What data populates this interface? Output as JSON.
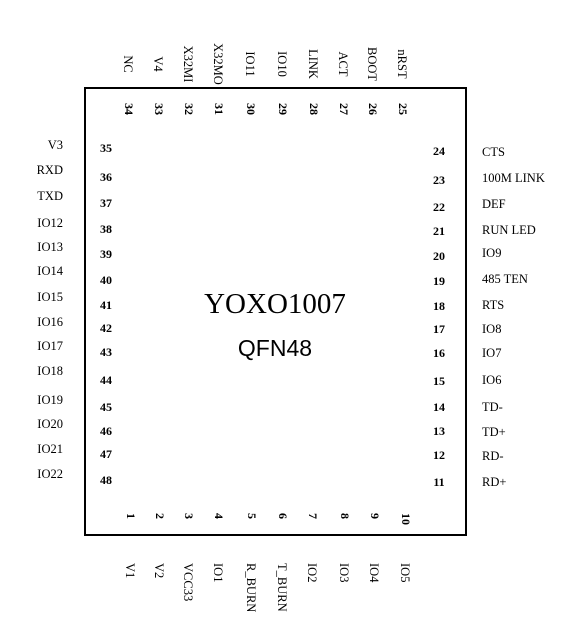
{
  "chip": {
    "part_number": "YOXO1007",
    "package": "QFN48"
  },
  "pins": {
    "bottom": [
      {
        "num": "1",
        "name": "V1"
      },
      {
        "num": "2",
        "name": "V2"
      },
      {
        "num": "3",
        "name": "VCC33"
      },
      {
        "num": "4",
        "name": "IO1"
      },
      {
        "num": "5",
        "name": "R_BURN"
      },
      {
        "num": "6",
        "name": "T_BURN"
      },
      {
        "num": "7",
        "name": "IO2"
      },
      {
        "num": "8",
        "name": "IO3"
      },
      {
        "num": "9",
        "name": "IO4"
      },
      {
        "num": "10",
        "name": "IO5"
      }
    ],
    "right": [
      {
        "num": "11",
        "name": "RD+"
      },
      {
        "num": "12",
        "name": "RD-"
      },
      {
        "num": "13",
        "name": "TD+"
      },
      {
        "num": "14",
        "name": "TD-"
      },
      {
        "num": "15",
        "name": "IO6"
      },
      {
        "num": "16",
        "name": "IO7"
      },
      {
        "num": "17",
        "name": "IO8"
      },
      {
        "num": "18",
        "name": "RTS"
      },
      {
        "num": "19",
        "name": "485  TEN"
      },
      {
        "num": "20",
        "name": "IO9"
      },
      {
        "num": "21",
        "name": "RUN  LED"
      },
      {
        "num": "22",
        "name": "DEF"
      },
      {
        "num": "23",
        "name": "100M  LINK"
      },
      {
        "num": "24",
        "name": "CTS"
      }
    ],
    "top": [
      {
        "num": "25",
        "name": "nRST"
      },
      {
        "num": "26",
        "name": "BOOT"
      },
      {
        "num": "27",
        "name": "ACT"
      },
      {
        "num": "28",
        "name": "LINK"
      },
      {
        "num": "29",
        "name": "IO10"
      },
      {
        "num": "30",
        "name": "IO11"
      },
      {
        "num": "31",
        "name": "X32MO"
      },
      {
        "num": "32",
        "name": "X32MI"
      },
      {
        "num": "33",
        "name": "V4"
      },
      {
        "num": "34",
        "name": "NC"
      }
    ],
    "left": [
      {
        "num": "35",
        "name": "V3"
      },
      {
        "num": "36",
        "name": "RXD"
      },
      {
        "num": "37",
        "name": "TXD"
      },
      {
        "num": "38",
        "name": "IO12"
      },
      {
        "num": "39",
        "name": "IO13"
      },
      {
        "num": "40",
        "name": "IO14"
      },
      {
        "num": "41",
        "name": "IO15"
      },
      {
        "num": "42",
        "name": "IO16"
      },
      {
        "num": "43",
        "name": "IO17"
      },
      {
        "num": "44",
        "name": "IO18"
      },
      {
        "num": "45",
        "name": "IO19"
      },
      {
        "num": "46",
        "name": "IO20"
      },
      {
        "num": "47",
        "name": "IO21"
      },
      {
        "num": "48",
        "name": "IO22"
      }
    ]
  }
}
